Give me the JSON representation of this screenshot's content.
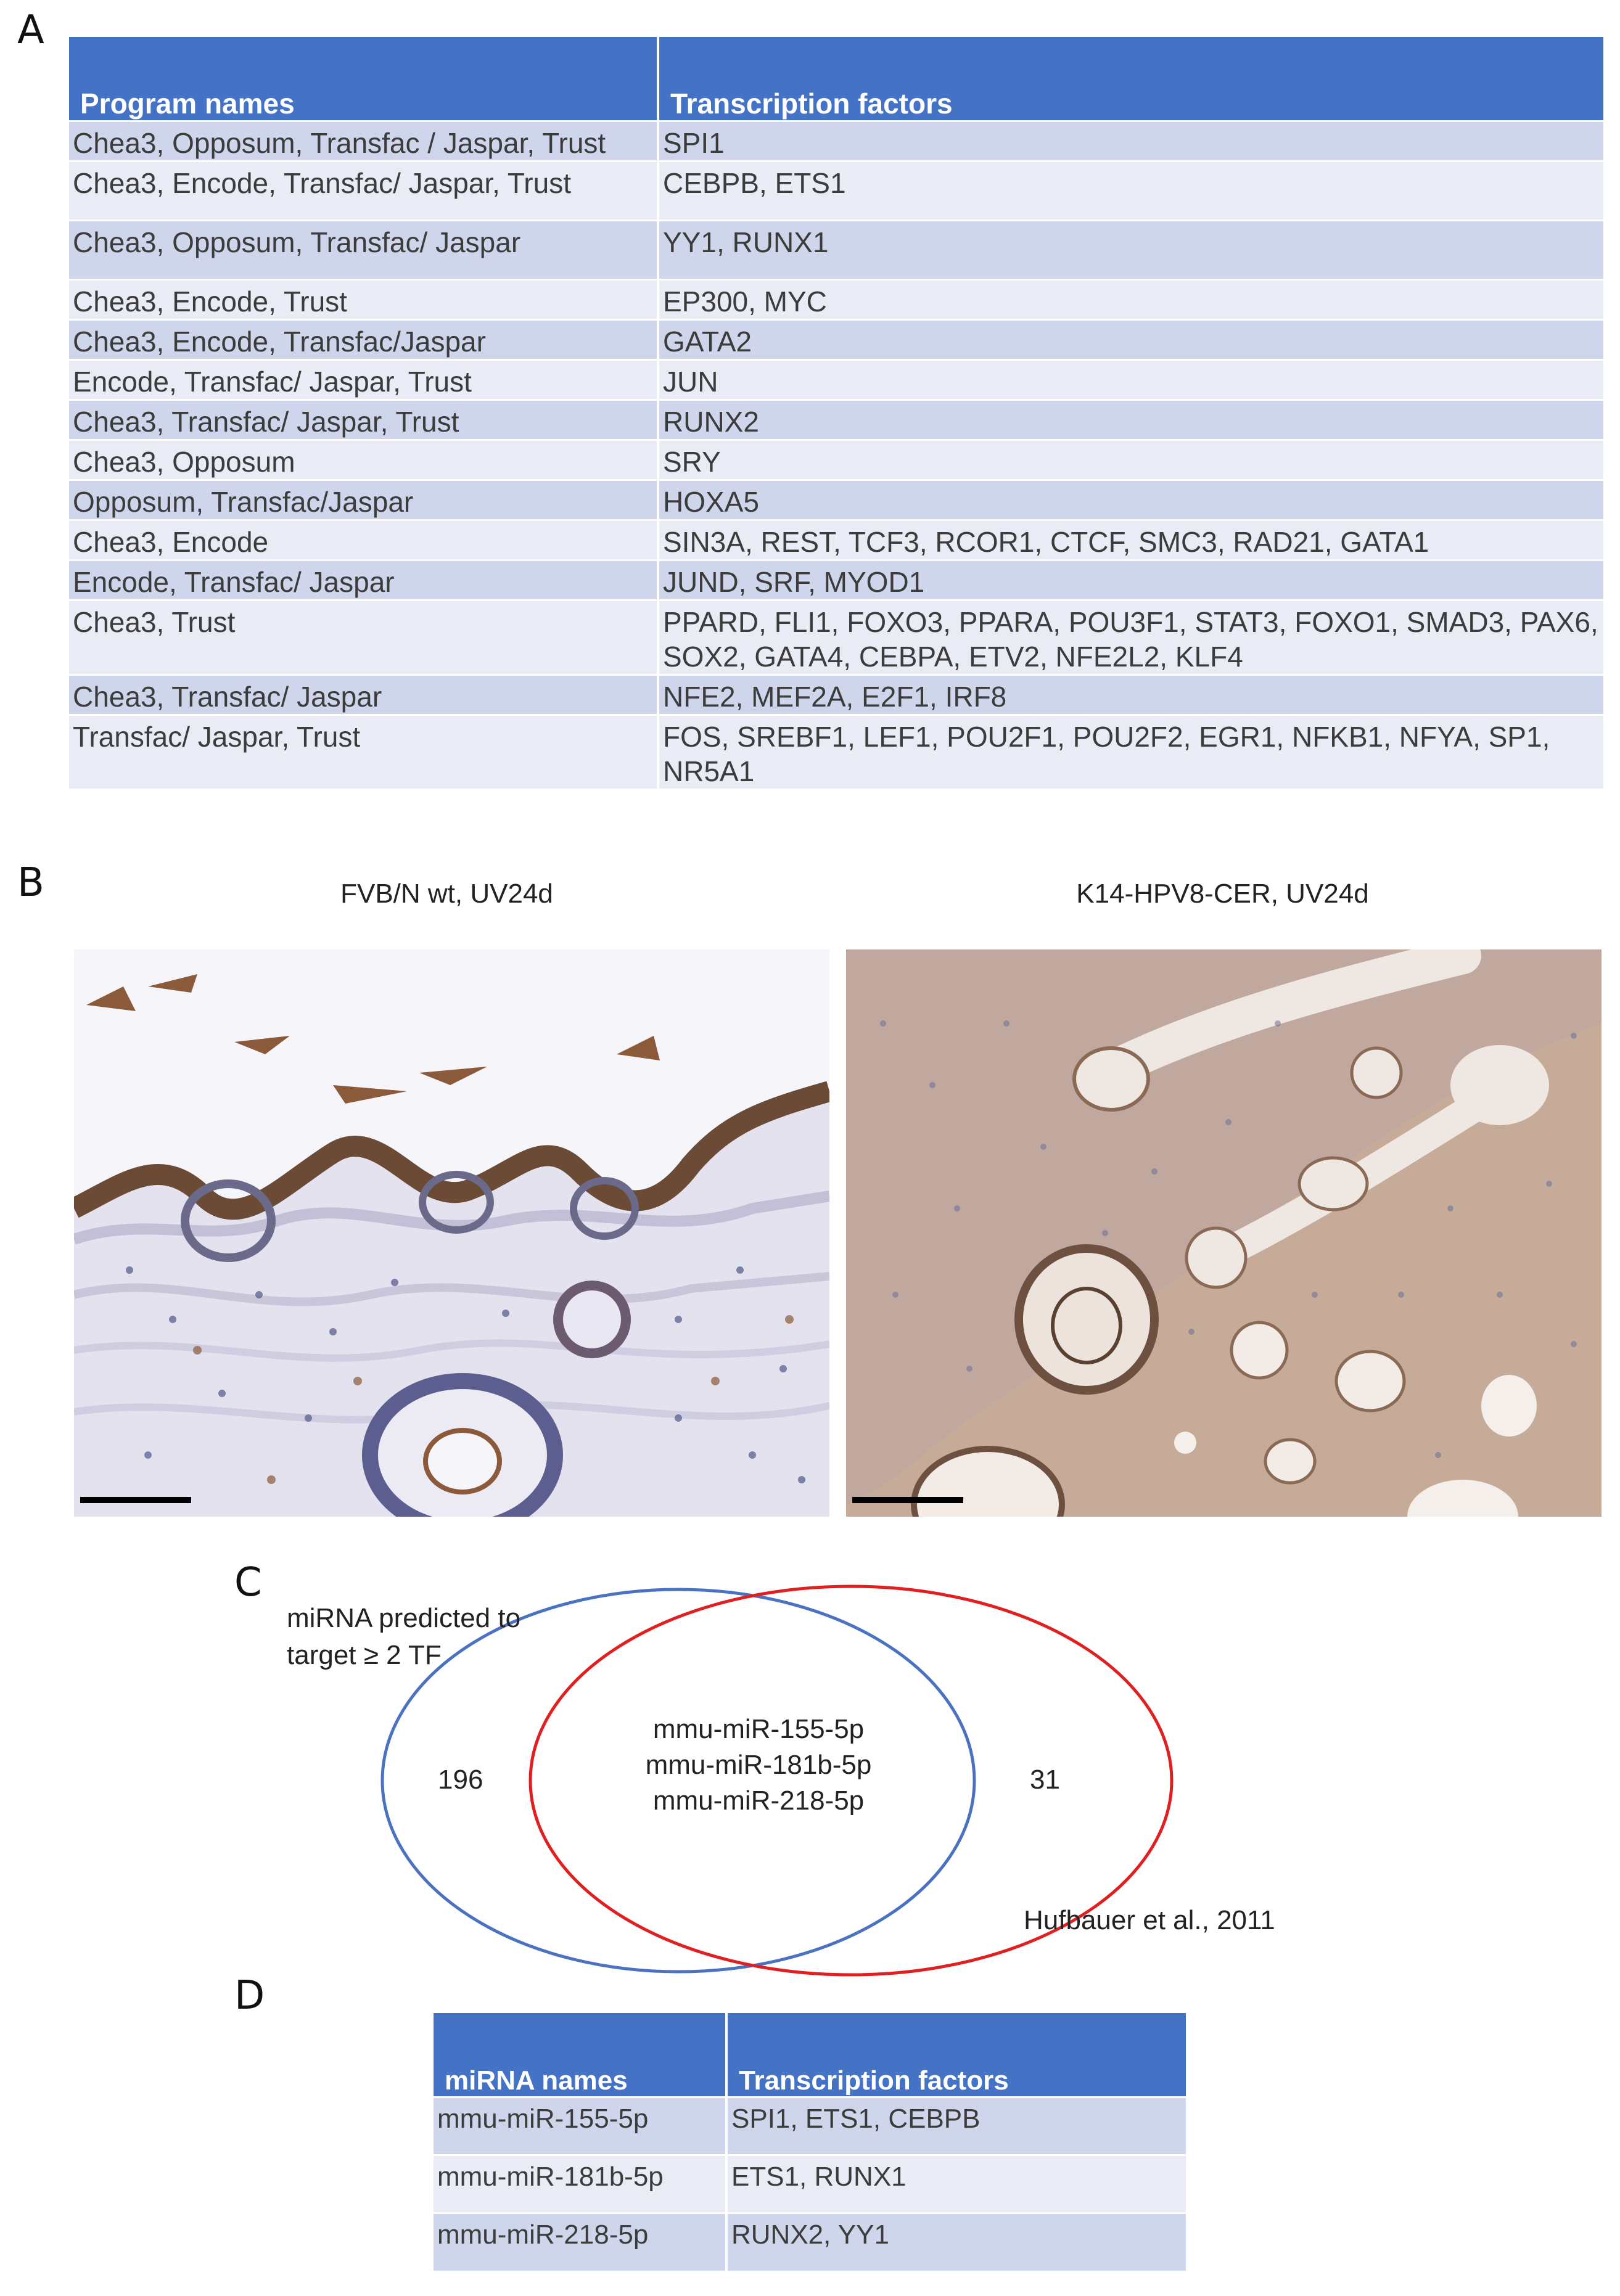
{
  "panels": {
    "a": "A",
    "b": "B",
    "c": "C",
    "d": "D"
  },
  "table_a": {
    "headers": [
      "Program names",
      "Transcription factors"
    ],
    "rows": [
      {
        "program": "Chea3, Opposum, Transfac / Jaspar, Trust",
        "tf": "SPI1"
      },
      {
        "program": "Chea3, Encode, Transfac/ Jaspar, Trust",
        "tf": "CEBPB, ETS1"
      },
      {
        "program": "Chea3, Opposum, Transfac/ Jaspar",
        "tf": "YY1, RUNX1"
      },
      {
        "program": "Chea3, Encode, Trust",
        "tf": "EP300, MYC"
      },
      {
        "program": "Chea3, Encode, Transfac/Jaspar",
        "tf": "GATA2"
      },
      {
        "program": "Encode, Transfac/ Jaspar, Trust",
        "tf": "JUN"
      },
      {
        "program": "Chea3, Transfac/ Jaspar, Trust",
        "tf": "RUNX2"
      },
      {
        "program": "Chea3, Opposum",
        "tf": "SRY"
      },
      {
        "program": "Opposum, Transfac/Jaspar",
        "tf": "HOXA5"
      },
      {
        "program": "Chea3, Encode",
        "tf": "SIN3A, REST, TCF3, RCOR1, CTCF, SMC3, RAD21, GATA1"
      },
      {
        "program": "Encode, Transfac/ Jaspar",
        "tf": "JUND, SRF, MYOD1"
      },
      {
        "program": "Chea3, Trust",
        "tf": "PPARD, FLI1, FOXO3, PPARA, POU3F1, STAT3, FOXO1, SMAD3, PAX6, SOX2, GATA4, CEBPA, ETV2, NFE2L2, KLF4"
      },
      {
        "program": "Chea3, Transfac/ Jaspar",
        "tf": "NFE2, MEF2A, E2F1, IRF8"
      },
      {
        "program": "Transfac/ Jaspar, Trust",
        "tf": "FOS, SREBF1, LEF1, POU2F1, POU2F2, EGR1, NFKB1, NFYA, SP1, NR5A1"
      }
    ]
  },
  "panel_b": {
    "left_caption": "FVB/N wt, UV24d",
    "right_caption": "K14-HPV8-CER, UV24d",
    "colors": {
      "stain": "#8a5a3a",
      "nuclei": "#5a6090",
      "background_left": "#f4f3f8",
      "background_right": "#c2a795"
    }
  },
  "venn": {
    "left_label_line1": "miRNA predicted to",
    "left_label_line2": "target ≥ 2 TF",
    "left_count": "196",
    "right_count": "31",
    "overlap": [
      "mmu-miR-155-5p",
      "mmu-miR-181b-5p",
      "mmu-miR-218-5p"
    ],
    "right_label": "Hufbauer et al., 2011",
    "colors": {
      "left": "#4a72c0",
      "right": "#e02020"
    }
  },
  "table_d": {
    "headers": [
      "miRNA names",
      "Transcription factors"
    ],
    "rows": [
      {
        "mirna": "mmu-miR-155-5p",
        "tf": "SPI1, ETS1, CEBPB"
      },
      {
        "mirna": "mmu-miR-181b-5p",
        "tf": "ETS1, RUNX1"
      },
      {
        "mirna": "mmu-miR-218-5p",
        "tf": "RUNX2, YY1"
      }
    ]
  }
}
